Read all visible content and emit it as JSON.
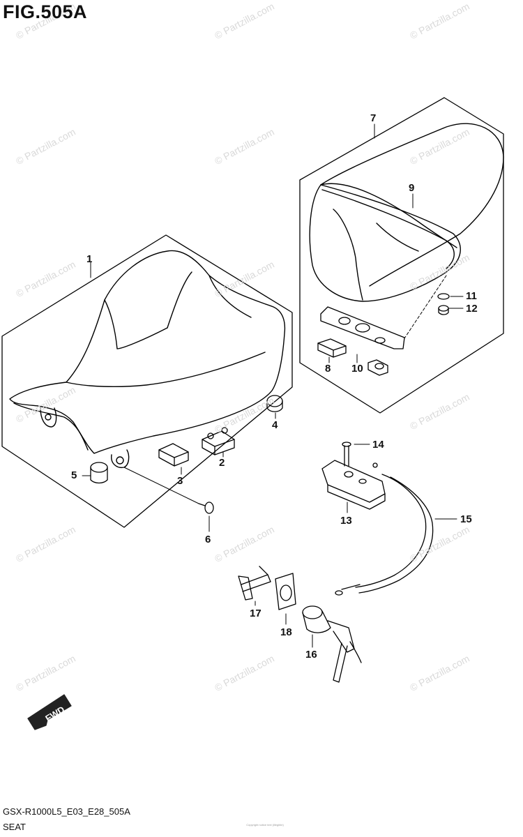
{
  "figure": {
    "title": "FIG.505A",
    "model_code": "GSX-R1000L5_E03_E28_505A",
    "caption": "SEAT",
    "footer_note": "Copyright notice text (illegible)",
    "fwd_label": "FWD"
  },
  "watermark": "© Partzilla.com",
  "callouts": [
    "1",
    "2",
    "3",
    "4",
    "5",
    "6",
    "7",
    "8",
    "9",
    "10",
    "11",
    "12",
    "13",
    "14",
    "15",
    "16",
    "17",
    "18"
  ],
  "colors": {
    "line": "#000000",
    "watermark": "#d9d9d9",
    "fwd_fill": "#222222"
  }
}
